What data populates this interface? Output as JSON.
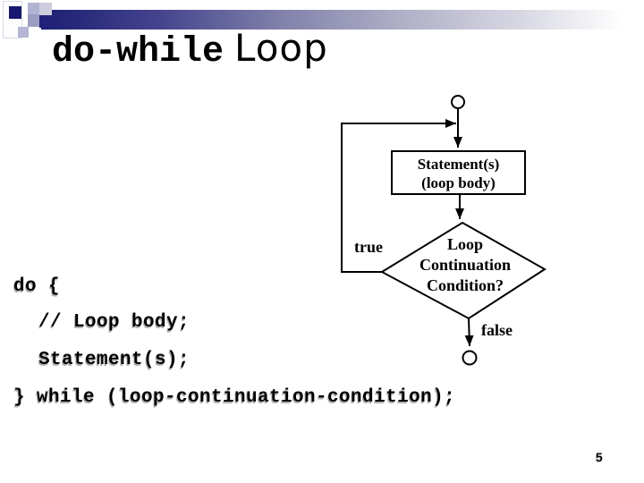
{
  "title": {
    "code_part": "do-while",
    "plain_part": "Loop"
  },
  "flowchart": {
    "box": {
      "line1": "Statement(s)",
      "line2": "(loop body)"
    },
    "diamond": {
      "line1": "Loop",
      "line2": "Continuation",
      "line3": "Condition?"
    },
    "true_label": "true",
    "false_label": "false"
  },
  "code": {
    "lines": [
      "do {",
      "// Loop body;",
      "Statement(s);",
      "} while (loop-continuation-condition);"
    ]
  },
  "footer": {
    "page_number": "5"
  },
  "colors": {
    "accent_navy": "#1d1d73",
    "bar_gradient_end": "#ffffff",
    "line_black": "#000000",
    "code_shadow_gray": "#b0b0b0"
  }
}
